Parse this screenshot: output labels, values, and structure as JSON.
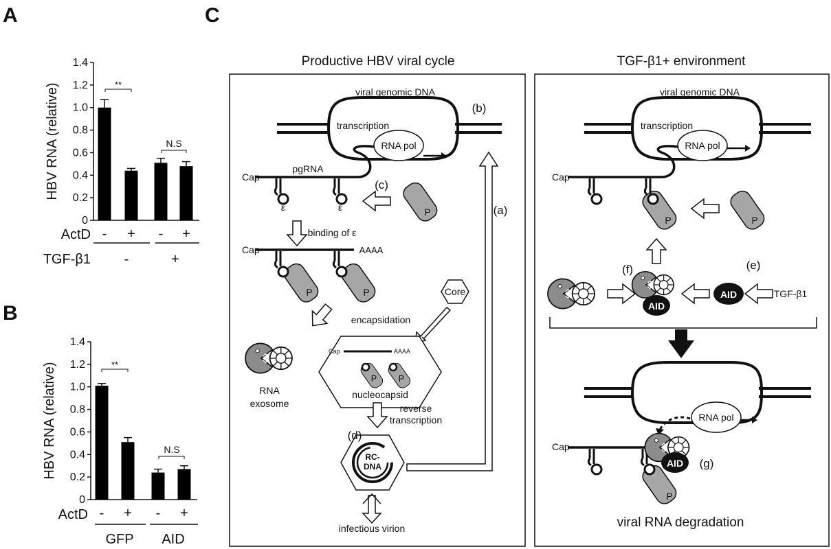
{
  "panels": {
    "A": "A",
    "B": "B",
    "C": "C"
  },
  "colors": {
    "bar": "#000000",
    "gray": "#a6a6a6",
    "dark": "#111111"
  },
  "chart_data": [
    {
      "type": "bar",
      "panel": "A",
      "categories": [
        "-",
        "+",
        "-",
        "+"
      ],
      "values": [
        1.0,
        0.44,
        0.51,
        0.48
      ],
      "errors": [
        0.07,
        0.02,
        0.04,
        0.04
      ],
      "ylabel": "HBV RNA (relative)",
      "ylim": [
        0,
        1.4
      ],
      "yticks": [
        "0",
        "0.2",
        "0.4",
        "0.6",
        "0.8",
        "1.0",
        "1.2",
        "1.4"
      ],
      "row1_label": "ActD",
      "row2_label": "TGF-β1",
      "group_labels": [
        "-",
        "+"
      ],
      "annotations": [
        "**",
        "N.S"
      ]
    },
    {
      "type": "bar",
      "panel": "B",
      "categories": [
        "-",
        "+",
        "-",
        "+"
      ],
      "values": [
        1.01,
        0.51,
        0.24,
        0.27
      ],
      "errors": [
        0.02,
        0.04,
        0.03,
        0.03
      ],
      "ylabel": "HBV RNA (relative)",
      "ylim": [
        0,
        1.4
      ],
      "yticks": [
        "0",
        "0.2",
        "0.4",
        "0.6",
        "0.8",
        "1.0",
        "1.2",
        "1.4"
      ],
      "row1_label": "ActD",
      "group_labels": [
        "GFP",
        "AID"
      ],
      "annotations": [
        "**",
        "N.S"
      ]
    }
  ],
  "diagram": {
    "left_title": "Productive HBV viral cycle",
    "right_title": "TGF-β1+ environment",
    "viral_genomic_dna": "viral genomic DNA",
    "transcription": "transcription",
    "rna_pol": "RNA pol",
    "pgrna": "pgRNA",
    "cap": "Cap",
    "epsilon": "ε",
    "p": "P",
    "binding_of_epsilon": "binding of ε",
    "aaaa": "AAAA",
    "core": "Core",
    "encapsidation": "encapsidation",
    "nucleocapsid": "nucleocapsid",
    "reverse": "reverse",
    "transcription2": "transcription",
    "rc": "RC-",
    "dna": "DNA",
    "infectious_virion": "infectious virion",
    "rna": "RNA",
    "exosome": "exosome",
    "step_a": "(a)",
    "step_b": "(b)",
    "step_c": "(c)",
    "step_d": "(d)",
    "step_e": "(e)",
    "step_f": "(f)",
    "step_g": "(g)",
    "aid": "AID",
    "tgf": "TGF-β1",
    "viral_rna_degradation": "viral RNA degradation"
  }
}
